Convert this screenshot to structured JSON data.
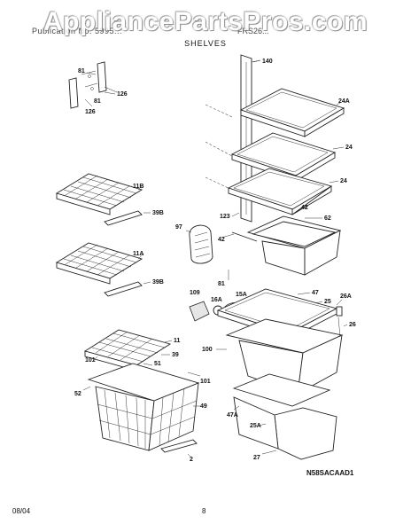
{
  "watermark": "AppliancePartsPros.com",
  "header": {
    "left": "Publication No. 5995...",
    "right": "FRS26...",
    "subtitle": "SHELVES"
  },
  "callouts": [
    "81",
    "126",
    "81",
    "126",
    "140",
    "24A",
    "24",
    "24",
    "11B",
    "39B",
    "97",
    "123",
    "42",
    "62",
    "42",
    "11A",
    "39B",
    "81",
    "109",
    "16A",
    "15A",
    "47",
    "25",
    "26A",
    "26",
    "11",
    "39",
    "100",
    "101",
    "51",
    "101",
    "52",
    "49",
    "47A",
    "25A",
    "27",
    "2"
  ],
  "diagram_code": "N58SACAAD1",
  "footer": {
    "date": "08/04",
    "page": "8"
  }
}
